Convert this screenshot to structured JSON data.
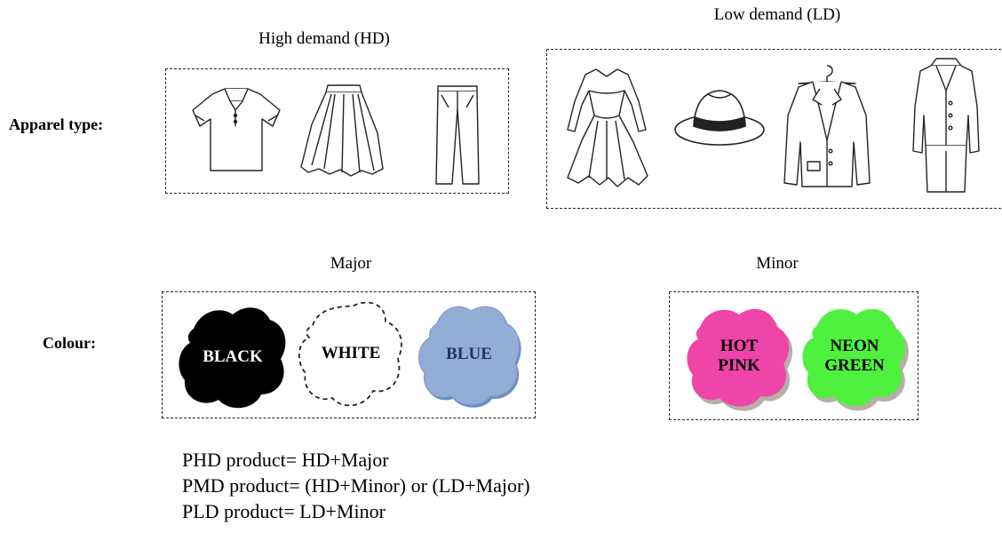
{
  "apparel": {
    "row_label": "Apparel type:",
    "high_demand": {
      "label": "High demand (HD)",
      "items": [
        {
          "icon": "polo-shirt-icon"
        },
        {
          "icon": "skirt-icon"
        },
        {
          "icon": "trousers-icon"
        }
      ]
    },
    "low_demand": {
      "label": "Low demand (LD)",
      "items": [
        {
          "icon": "dress-icon"
        },
        {
          "icon": "fedora-hat-icon"
        },
        {
          "icon": "suit-jacket-icon"
        },
        {
          "icon": "skirt-suit-icon"
        }
      ]
    }
  },
  "colour": {
    "row_label": "Colour:",
    "major": {
      "label": "Major",
      "swatches": [
        {
          "name": "BLACK",
          "fill": "#000000",
          "text_color": "#ffffff"
        },
        {
          "name": "WHITE",
          "fill": "#ffffff",
          "text_color": "#000000"
        },
        {
          "name": "BLUE",
          "fill": "#92add6",
          "text_color": "#1d3556"
        }
      ]
    },
    "minor": {
      "label": "Minor",
      "swatches": [
        {
          "name": "HOT PINK",
          "line1": "HOT",
          "line2": "PINK",
          "fill": "#ef44a8",
          "text_color": "#000000"
        },
        {
          "name": "NEON GREEN",
          "line1": "NEON",
          "line2": "GREEN",
          "fill": "#4ff03e",
          "text_color": "#000000"
        }
      ]
    }
  },
  "formulas": [
    "PHD product= HD+Major",
    "PMD product= (HD+Minor) or (LD+Major)",
    "PLD product= LD+Minor"
  ]
}
